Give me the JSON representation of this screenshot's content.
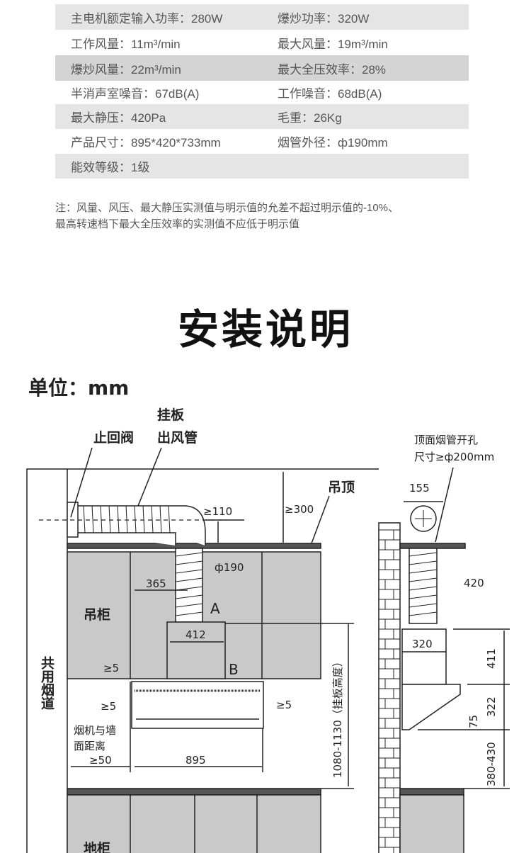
{
  "specs": [
    [
      "主电机额定输入功率：280W",
      "爆炒功率：320W"
    ],
    [
      "工作风量：11m³/min",
      "最大风量：19m³/min"
    ],
    [
      "爆炒风量：22m³/min",
      "最大全压效率：28%"
    ],
    [
      "半消声室噪音：67dB(A)",
      "工作噪音：68dB(A)"
    ],
    [
      "最大静压：420Pa",
      "毛重：26Kg"
    ],
    [
      "产品尺寸：895*420*733mm",
      "烟管外径：ф190mm"
    ],
    [
      "能效等级：1级",
      ""
    ]
  ],
  "note": [
    "注：风量、风压、最大静压实测值与明示值的允差不超过明示值的-10%、",
    "最高转速档下最大全压效率的实测值不应低于明示值"
  ],
  "title": "安装说明",
  "unit": "单位：mm",
  "diagram": {
    "hanging_board": "挂板",
    "check_valve": "止回阀",
    "outlet_pipe": "出风管",
    "ceiling": "吊顶",
    "top_hole_1": "顶面烟管开孔",
    "top_hole_2": "尺寸≥ф200mm",
    "upper_cabinet": "吊柜",
    "shared_flue": "共用烟道",
    "floor_cabinet": "地柜",
    "distance_1": "烟机与墙",
    "distance_2": "面距离",
    "dims": {
      "d110": "≥110",
      "d300": "≥300",
      "d190": "ф190",
      "d365": "365",
      "A": "A",
      "d412": "412",
      "B": "B",
      "d5a": "≥5",
      "d5b": "≥5",
      "d5c": "≥5",
      "d50": "≥50",
      "d895": "895",
      "height": "1080-1130（挂板高度）",
      "d155": "155",
      "d420": "420",
      "d320": "320",
      "d411": "411",
      "d322": "322",
      "d75": "75",
      "d380": "380-430"
    }
  }
}
